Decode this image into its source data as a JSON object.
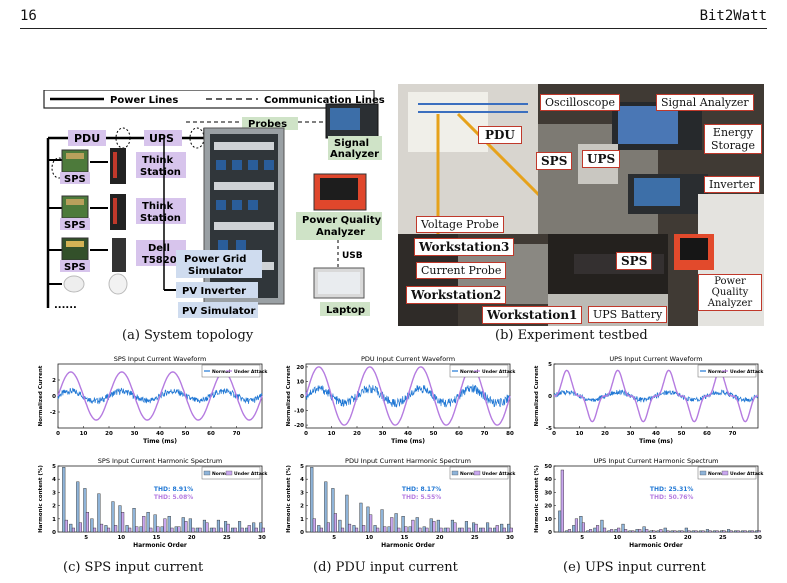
{
  "header": {
    "page_number": "16",
    "running_title": "Bit2Watt"
  },
  "captions": {
    "a": "(a) System topology",
    "b": "(b) Experiment testbed",
    "c": "(c) SPS input current",
    "d": "(d) PDU input current",
    "e": "(e) UPS input current"
  },
  "topology": {
    "legend_power": "Power Lines",
    "legend_comm": "Communication Lines",
    "pdu": "PDU",
    "ups": "UPS",
    "probes": "Probes",
    "sps": "SPS",
    "think_station": "Think Station",
    "dell": "Dell T5820",
    "signal_analyzer": "Signal Analyzer",
    "pq_analyzer": "Power Quality Analyzer",
    "usb": "USB",
    "laptop": "Laptop",
    "grid_sim": "Power Grid Simulator",
    "pv_inverter": "PV Inverter",
    "pv_sim": "PV Simulator",
    "dots": "......"
  },
  "testbed": {
    "labels": [
      "Oscilloscope",
      "Signal Analyzer",
      "PDU",
      "SPS",
      "UPS",
      "Energy Storage",
      "Inverter",
      "Voltage Probe",
      "Workstation3",
      "Current Probe",
      "SPS",
      "Workstation2",
      "Workstation1",
      "UPS Battery",
      "Power Quality Analyzer"
    ]
  },
  "colors": {
    "normal": "#1f77d4",
    "attack": "#b57be0",
    "bar_normal": "#8fb4d9",
    "bar_attack": "#c9a7ef"
  },
  "chart_data": [
    {
      "type": "line",
      "title": "SPS Input Current Waveform",
      "xlabel": "Time (ms)",
      "ylabel": "Normalized Current",
      "xlim": [
        0,
        80
      ],
      "ylim": [
        -4,
        4
      ],
      "xticks": [
        0,
        10,
        20,
        30,
        40,
        50,
        60,
        70
      ],
      "yticks": [
        -2,
        0,
        2
      ],
      "series": [
        {
          "name": "Normal",
          "amplitude": 0.6,
          "noise": 0.4,
          "period_ms": 20
        },
        {
          "name": "Under Attack",
          "amplitude": 3.0,
          "period_ms": 20,
          "shape": "sine"
        }
      ]
    },
    {
      "type": "line",
      "title": "PDU Input Current Waveform",
      "xlabel": "Time (ms)",
      "ylabel": "Normalized Current",
      "xlim": [
        0,
        80
      ],
      "ylim": [
        -22,
        22
      ],
      "xticks": [
        0,
        10,
        20,
        30,
        40,
        50,
        60,
        70,
        80
      ],
      "yticks": [
        -20,
        -10,
        0,
        10,
        20
      ],
      "series": [
        {
          "name": "Normal",
          "amplitude": 5,
          "noise": 3,
          "period_ms": 20
        },
        {
          "name": "Under Attack",
          "amplitude": 20,
          "period_ms": 20,
          "shape": "sine"
        }
      ]
    },
    {
      "type": "line",
      "title": "UPS Input Current Waveform",
      "xlabel": "Time (ms)",
      "ylabel": "Normalized Current",
      "xlim": [
        0,
        80
      ],
      "ylim": [
        -5,
        5
      ],
      "xticks": [
        0,
        10,
        20,
        30,
        40,
        50,
        60,
        70
      ],
      "yticks": [
        -5,
        0,
        5
      ],
      "series": [
        {
          "name": "Normal",
          "amplitude": 0.6,
          "noise": 0.4,
          "period_ms": 20
        },
        {
          "name": "Under Attack",
          "amplitude": 4.0,
          "period_ms": 20,
          "shape": "peaky"
        }
      ]
    },
    {
      "type": "bar",
      "title": "SPS Input Current Harmonic Spectrum",
      "xlabel": "Harmonic Order",
      "ylabel": "Harmonic content (%)",
      "xlim": [
        1,
        30
      ],
      "ylim": [
        0,
        5
      ],
      "xticks": [
        5,
        10,
        15,
        20,
        25,
        30
      ],
      "yticks": [
        0,
        1,
        2,
        3,
        4,
        5
      ],
      "annotations": [
        "THD: 8.91%",
        "THD: 5.08%"
      ],
      "categories": [
        2,
        3,
        4,
        5,
        6,
        7,
        8,
        9,
        10,
        11,
        12,
        13,
        14,
        15,
        16,
        17,
        18,
        19,
        20,
        21,
        22,
        23,
        24,
        25,
        26,
        27,
        28,
        29,
        30
      ],
      "series": [
        {
          "name": "Normal",
          "values": [
            4.9,
            0.6,
            3.8,
            3.3,
            1.0,
            2.9,
            0.5,
            2.3,
            2.0,
            0.5,
            1.8,
            0.4,
            1.5,
            1.3,
            0.4,
            1.2,
            0.4,
            1.1,
            1.0,
            0.3,
            0.9,
            0.3,
            0.9,
            0.8,
            0.3,
            0.8,
            0.3,
            0.7,
            0.7
          ]
        },
        {
          "name": "Under Attack",
          "values": [
            0.9,
            0.3,
            0.7,
            1.5,
            0.3,
            0.6,
            0.3,
            0.5,
            1.5,
            0.3,
            0.4,
            1.2,
            0.3,
            0.4,
            1.0,
            0.3,
            0.4,
            0.8,
            0.3,
            0.3,
            0.7,
            0.3,
            0.3,
            0.6,
            0.3,
            0.3,
            0.5,
            0.3,
            0.3
          ]
        }
      ]
    },
    {
      "type": "bar",
      "title": "PDU Input Current Harmonic Spectrum",
      "xlabel": "Harmonic Order",
      "ylabel": "Harmonic content (%)",
      "xlim": [
        1,
        30
      ],
      "ylim": [
        0,
        5
      ],
      "xticks": [
        5,
        10,
        15,
        20,
        25,
        30
      ],
      "yticks": [
        0,
        1,
        2,
        3,
        4,
        5
      ],
      "annotations": [
        "THD: 8.17%",
        "THD: 5.55%"
      ],
      "categories": [
        2,
        3,
        4,
        5,
        6,
        7,
        8,
        9,
        10,
        11,
        12,
        13,
        14,
        15,
        16,
        17,
        18,
        19,
        20,
        21,
        22,
        23,
        24,
        25,
        26,
        27,
        28,
        29,
        30
      ],
      "series": [
        {
          "name": "Normal",
          "values": [
            4.9,
            0.5,
            3.8,
            3.3,
            0.9,
            2.8,
            0.5,
            2.2,
            1.9,
            0.5,
            1.7,
            0.4,
            1.4,
            1.2,
            0.4,
            1.1,
            0.4,
            1.0,
            0.9,
            0.3,
            0.9,
            0.3,
            0.8,
            0.7,
            0.3,
            0.7,
            0.3,
            0.6,
            0.6
          ]
        },
        {
          "name": "Under Attack",
          "values": [
            1.0,
            0.3,
            0.7,
            1.4,
            0.3,
            0.6,
            0.3,
            0.5,
            1.3,
            0.3,
            0.4,
            1.1,
            0.3,
            0.4,
            0.9,
            0.3,
            0.3,
            0.8,
            0.3,
            0.3,
            0.7,
            0.3,
            0.3,
            0.6,
            0.3,
            0.3,
            0.5,
            0.3,
            0.3
          ]
        }
      ]
    },
    {
      "type": "bar",
      "title": "UPS Input Current Harmonic Spectrum",
      "xlabel": "Harmonic Order",
      "ylabel": "Harmonic content (%)",
      "xlim": [
        1,
        30
      ],
      "ylim": [
        0,
        50
      ],
      "xticks": [
        5,
        10,
        15,
        20,
        25,
        30
      ],
      "yticks": [
        0,
        10,
        20,
        30,
        40,
        50
      ],
      "annotations": [
        "THD: 25.31%",
        "THD: 50.76%"
      ],
      "categories": [
        2,
        3,
        4,
        5,
        6,
        7,
        8,
        9,
        10,
        11,
        12,
        13,
        14,
        15,
        16,
        17,
        18,
        19,
        20,
        21,
        22,
        23,
        24,
        25,
        26,
        27,
        28,
        29,
        30
      ],
      "series": [
        {
          "name": "Normal",
          "values": [
            16,
            1,
            5,
            12,
            1,
            3,
            9,
            1,
            2,
            6,
            1,
            2,
            4,
            1,
            1,
            3,
            1,
            1,
            3,
            1,
            1,
            2,
            1,
            1,
            2,
            1,
            1,
            1,
            1
          ]
        },
        {
          "name": "Under Attack",
          "values": [
            47,
            2,
            10,
            7,
            2,
            5,
            3,
            2,
            3,
            2,
            1,
            2,
            2,
            1,
            2,
            1,
            1,
            1,
            1,
            1,
            1,
            1,
            1,
            1,
            1,
            1,
            1,
            1,
            1
          ]
        }
      ]
    }
  ]
}
